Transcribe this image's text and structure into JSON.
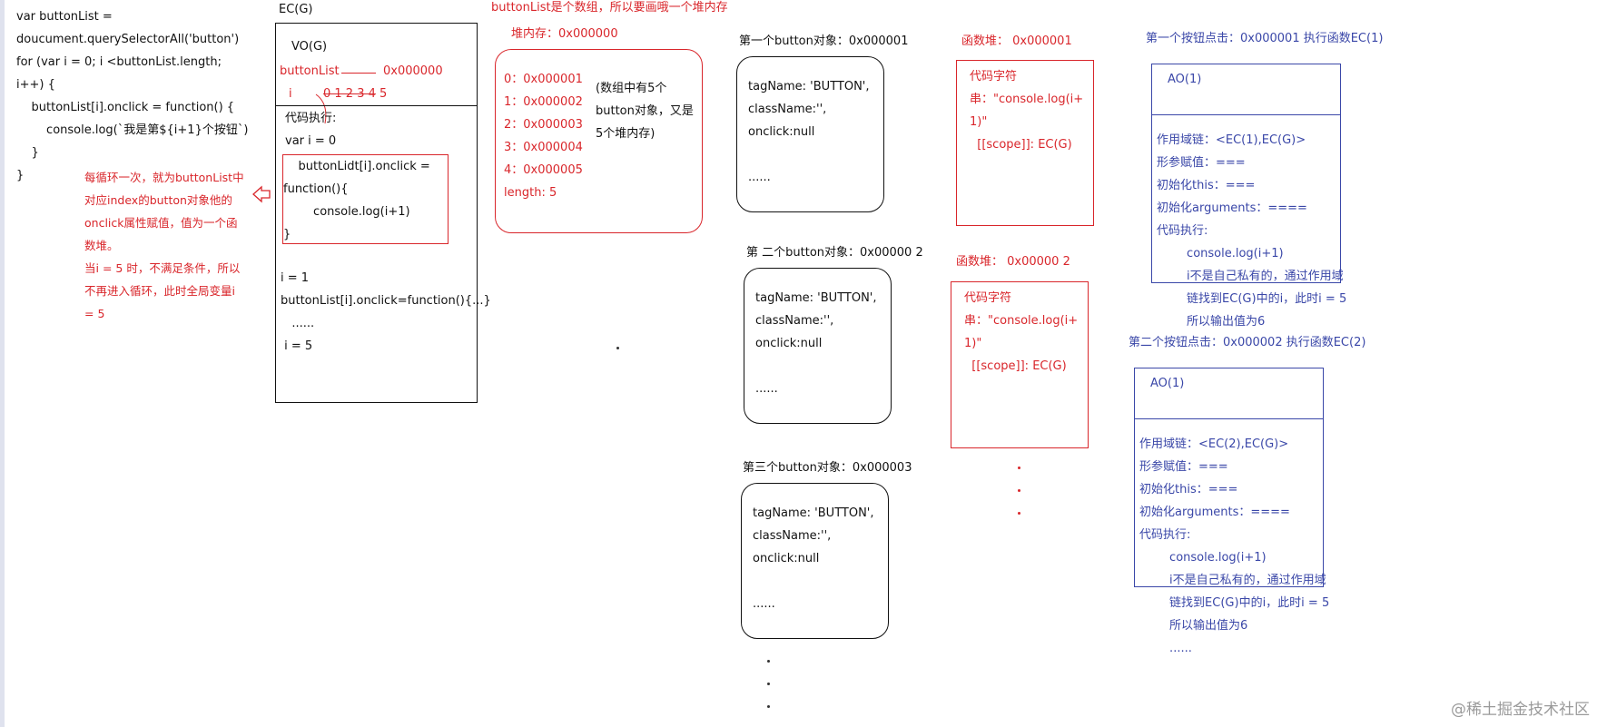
{
  "code": [
    "var buttonList =",
    "doucument.querySelectorAll('button')",
    "for (var i = 0; i <buttonList.length;",
    "i++) {",
    "    buttonList[i].onclick = function() {",
    "        console.log(`我是第${i+1}个按钮`)",
    "    }",
    "}"
  ],
  "note": [
    "每循环一次，就为buttonList中",
    "对应index的button对象他的",
    "onclick属性赋值，值为一个函",
    "数堆。",
    "当i = 5 时，不满足条件，所以",
    "不再进入循环，此时全局变量i",
    "= 5"
  ],
  "ecg": {
    "title": "EC(G)",
    "vo_label": "VO(G)",
    "buttonlist_label": "buttonList",
    "buttonlist_addr": "0x000000",
    "i_label": "i",
    "i_crossed": "0 1 2 3 4",
    "i_final": "5",
    "exec_label": "代码执行:",
    "exec_lines": [
      "var i = 0"
    ],
    "inner_lines": [
      "    buttonLidt[i].onclick =",
      "function(){",
      "        console.log(i+1)",
      "}"
    ],
    "after_lines": [
      "i = 1",
      "buttonList[i].onclick=function(){...}",
      "   ......",
      " i = 5"
    ]
  },
  "heap": {
    "caption": "buttonList是个数组，所以要画哦一个堆内存",
    "title": "堆内存：0x000000",
    "entries": [
      "0：0x000001",
      "1：0x000002",
      "2：0x000003",
      "3：0x000004",
      "4：0x000005",
      "length: 5"
    ],
    "side_note": [
      "(数组中有5个",
      "button对象，又是",
      "5个堆内存)"
    ]
  },
  "buttons": [
    {
      "title": "第一个button对象：0x000001",
      "lines": [
        "tagName: 'BUTTON',",
        "className:'',",
        "onclick:null",
        "",
        "......"
      ]
    },
    {
      "title": "第 二个button对象：0x00000 2",
      "lines": [
        "tagName: 'BUTTON',",
        "className:'',",
        "onclick:null",
        "",
        "......"
      ]
    },
    {
      "title": "第三个button对象：0x000003",
      "lines": [
        "tagName: 'BUTTON',",
        "className:'',",
        "onclick:null",
        "",
        "......"
      ]
    }
  ],
  "func_heaps": [
    {
      "title": "函数堆： 0x000001",
      "lines": [
        "代码字符",
        "串：\"console.log(i+",
        "1)\"",
        "  [[scope]]: EC(G)"
      ]
    },
    {
      "title": "函数堆： 0x00000 2",
      "lines": [
        "代码字符",
        "串：\"console.log(i+",
        "1)\"",
        "  [[scope]]: EC(G)"
      ]
    }
  ],
  "ao": [
    {
      "title": "第一个按钮点击：0x000001 执行函数EC(1)",
      "label": "AO(1)",
      "lines": [
        "作用域链：<EC(1),EC(G)>",
        "形参赋值：===",
        "初始化this：===",
        "初始化arguments：====",
        "代码执行:",
        "        console.log(i+1)",
        "        i不是自己私有的，通过作用域",
        "        链找到EC(G)中的i，此时i = 5",
        "        所以输出值为6"
      ]
    },
    {
      "title": "第二个按钮点击：0x000002 执行函数EC(2)",
      "label": "AO(1)",
      "lines": [
        "作用域链：<EC(2),EC(G)>",
        "形参赋值：===",
        "初始化this：===",
        "初始化arguments：====",
        "代码执行:",
        "        console.log(i+1)",
        "        i不是自己私有的，通过作用域",
        "        链找到EC(G)中的i，此时i = 5",
        "        所以输出值为6",
        "        ......"
      ]
    }
  ],
  "watermark": "@稀土掘金技术社区",
  "colors": {
    "red": "#d9262b",
    "blue": "#3a47a8",
    "black": "#111111"
  }
}
